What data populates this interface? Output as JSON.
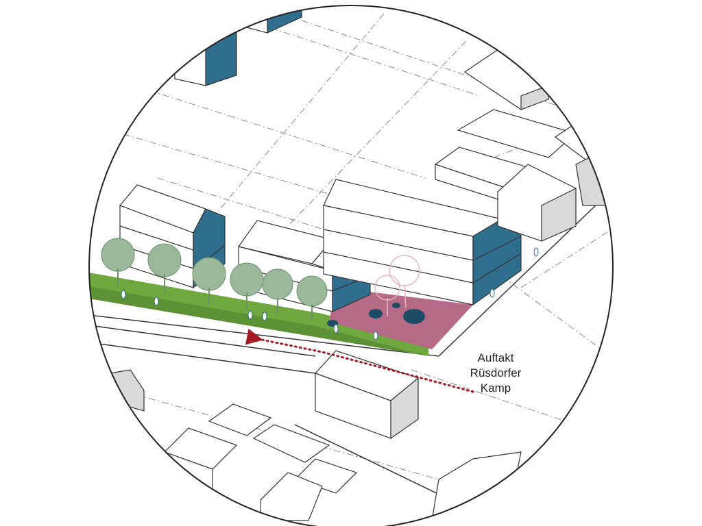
{
  "annotation": {
    "lines": [
      "Auftakt",
      "Rüsdorfer",
      "Kamp"
    ]
  },
  "colors": {
    "facade_accent": "#2f6e8c",
    "green_strip": "#6fa83f",
    "plaza": "#b56a86",
    "pond": "#1d4d66",
    "arrow": "#a31b22",
    "tree": "#9ab89a",
    "line": "#333333",
    "dash": "#8a8a8a"
  },
  "icons": [
    "tree-icon",
    "person-icon",
    "blossom-tree-icon",
    "dotted-arrow-icon"
  ]
}
